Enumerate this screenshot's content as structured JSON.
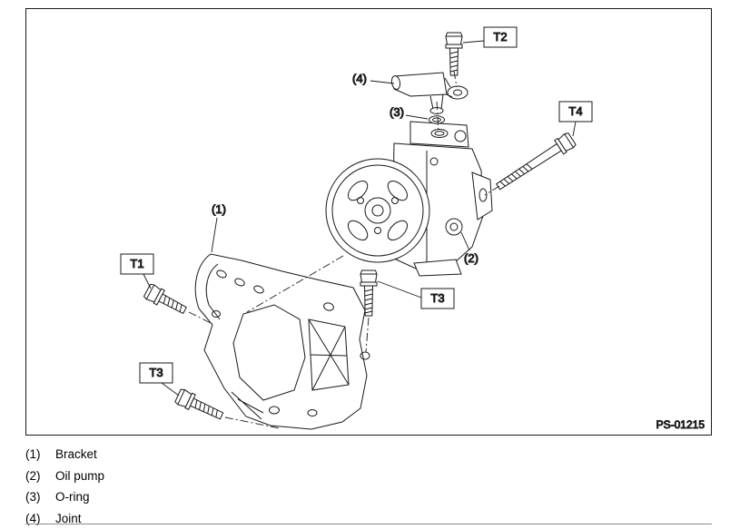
{
  "figure": {
    "code": "PS-01215",
    "torque_labels": {
      "t1": "T1",
      "t2": "T2",
      "t3": "T3",
      "t4": "T4"
    },
    "callouts": {
      "c1": "(1)",
      "c2": "(2)",
      "c3": "(3)",
      "c4": "(4)"
    }
  },
  "legend": {
    "items": [
      {
        "num": "(1)",
        "name": "Bracket"
      },
      {
        "num": "(2)",
        "name": "Oil pump"
      },
      {
        "num": "(3)",
        "name": "O-ring"
      },
      {
        "num": "(4)",
        "name": "Joint"
      }
    ]
  }
}
